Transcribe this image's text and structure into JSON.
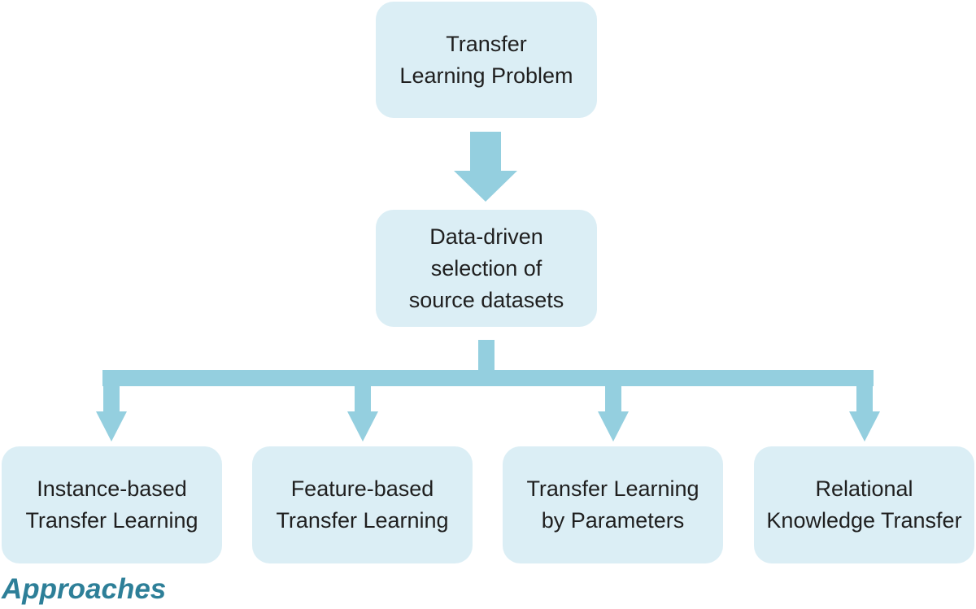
{
  "diagram": {
    "top_node": {
      "label": "Transfer\nLearning Problem"
    },
    "middle_node": {
      "label": "Data-driven\nselection of\nsource datasets"
    },
    "approaches": [
      {
        "label": "Instance-based\nTransfer Learning"
      },
      {
        "label": "Feature-based\nTransfer Learning"
      },
      {
        "label": "Transfer Learning\nby Parameters"
      },
      {
        "label": "Relational\nKnowledge Transfer"
      }
    ],
    "caption": "Approaches"
  },
  "colors": {
    "box_fill": "#dbeef5",
    "arrow": "#94cfdf",
    "caption": "#2d7f98",
    "text": "#1f1f1f"
  }
}
